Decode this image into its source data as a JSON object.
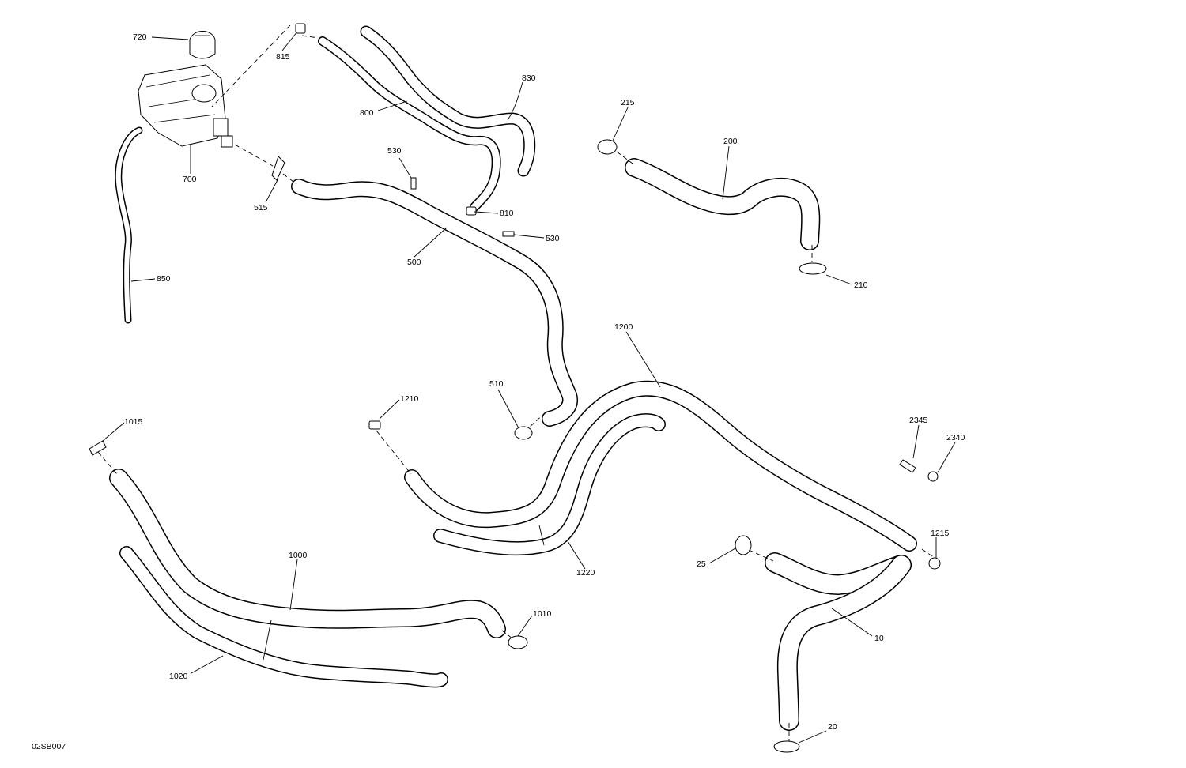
{
  "figure_code": "02SB007",
  "callouts": [
    {
      "id": "720",
      "text": "720"
    },
    {
      "id": "815",
      "text": "815"
    },
    {
      "id": "830",
      "text": "830"
    },
    {
      "id": "800",
      "text": "800"
    },
    {
      "id": "700",
      "text": "700"
    },
    {
      "id": "530a",
      "text": "530"
    },
    {
      "id": "515",
      "text": "515"
    },
    {
      "id": "810",
      "text": "810"
    },
    {
      "id": "530b",
      "text": "530"
    },
    {
      "id": "500",
      "text": "500"
    },
    {
      "id": "850",
      "text": "850"
    },
    {
      "id": "215",
      "text": "215"
    },
    {
      "id": "200",
      "text": "200"
    },
    {
      "id": "210",
      "text": "210"
    },
    {
      "id": "1200",
      "text": "1200"
    },
    {
      "id": "510",
      "text": "510"
    },
    {
      "id": "1210",
      "text": "1210"
    },
    {
      "id": "1015",
      "text": "1015"
    },
    {
      "id": "2345",
      "text": "2345"
    },
    {
      "id": "2340",
      "text": "2340"
    },
    {
      "id": "1215",
      "text": "1215"
    },
    {
      "id": "25",
      "text": "25"
    },
    {
      "id": "1220",
      "text": "1220"
    },
    {
      "id": "1000",
      "text": "1000"
    },
    {
      "id": "1010",
      "text": "1010"
    },
    {
      "id": "10",
      "text": "10"
    },
    {
      "id": "1020",
      "text": "1020"
    },
    {
      "id": "20",
      "text": "20"
    }
  ]
}
